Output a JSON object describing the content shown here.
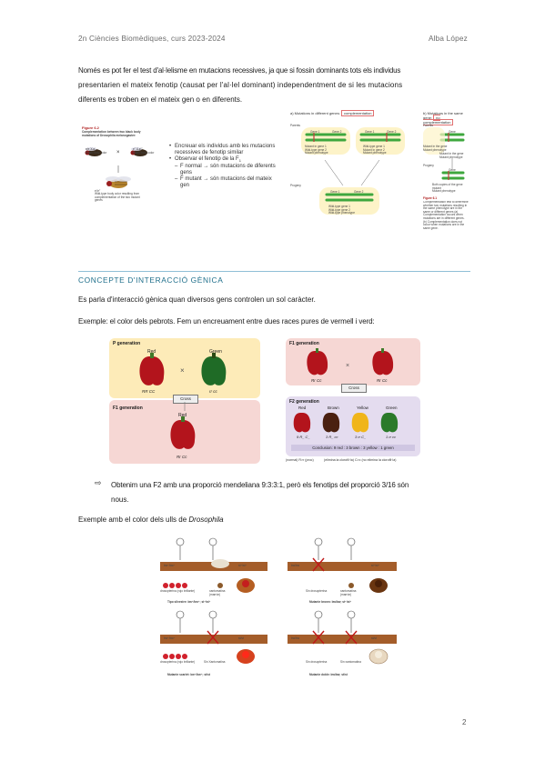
{
  "header": {
    "left": "2n Ciències Biomèdiques, curs 2023-2024",
    "right": "Alba López"
  },
  "intro": {
    "line1": "Només es pot fer el test d'al·lelisme en mutacions recessives, ja que si fossin dominants tots els individus",
    "line2": "presentarien el mateix fenotip (causat per l'al·lel dominant) independentment de si les mutacions",
    "line3": "diferents es troben en el mateix gen o en diferents."
  },
  "fig1": {
    "caption_title": "Figure 6.2",
    "caption_text": "Complementation between two black body mutations of Drosophila melanogaster:",
    "fly1": "e/e X e'",
    "fly1_label": "Black body color",
    "fly2": "e'' X e'''",
    "fly2_label": "Black body color",
    "offspring": "e'/e''",
    "offspring_label": "Wild-type body color resulting from complementation of the two mutant genes",
    "bullets": [
      "Encreuar els individus amb les mutacions recessives de fenotip similar",
      "Observar el fenotip de la F",
      "F normal → són mutacions de diferents gens",
      "F mutant → són mutacions del mateix gen"
    ],
    "f1_sub": "1"
  },
  "fig2": {
    "title_a": "a) Mutations in different genes:",
    "title_a_tag": "complementation",
    "title_b": "b) Mutations in the same gene:",
    "title_b_tag": "no complementation",
    "parents": "Parents",
    "progeny": "Progeny",
    "gene1": "Gene 1",
    "gene2": "Gene 2",
    "gene": "Gene",
    "p1_lines": [
      "Mutant in gene 1",
      "Wild-type gene 2",
      "Mutant phenotype"
    ],
    "p2_lines": [
      "Wild-type gene 1",
      "Mutant in gene 2",
      "Mutant phenotype"
    ],
    "prog_a_lines": [
      "Wild-type gene 1",
      "Wild-type gene 2",
      "Wild-type phenotype"
    ],
    "pb1_lines": [
      "Mutant in the gene",
      "Mutant phenotype"
    ],
    "pb2_lines": [
      "Mutant in the gene",
      "Mutant phenotype"
    ],
    "prog_b_lines": [
      "Both copies of the gene mutant",
      "Mutant phenotype"
    ],
    "caption_title": "Figure 6.1",
    "caption_text": "Complementation test to determine whether two mutations resulting in the same phenotype are in the same or different genes (a) Complementation occurs when mutations are in different genes. (b) Complementation does not occur when mutations are in the same gene."
  },
  "section": {
    "title": "CONCEPTE D'INTERACCIÓ GÈNICA",
    "def": "Es parla d'interacció gènica quan diversos gens controlen un sol caràcter.",
    "example1": "Exemple: el color dels pebrots. Fem un encreuament entre dues races pures de vermell i verd:"
  },
  "fig3": {
    "p_gen": "P generation",
    "red": "Red",
    "green": "Green",
    "rrcc_big": "RR CC",
    "rrcc_small": "rr cc",
    "cross": "Cross",
    "f1_gen": "F1 generation",
    "f1_red": "Red",
    "f1_geno": "Rr Cc",
    "f1_gen_right": "F1 generation",
    "f1r_a": "Rr Cc",
    "f1r_b": "Rr Cc",
    "cross2": "Cross",
    "f2_gen": "F2 generation",
    "f2_labels": [
      "Red",
      "Brown",
      "Yellow",
      "Green"
    ],
    "f2_genos": [
      "9 R_ C_",
      "3 R_ cc",
      "3 rr C_",
      "1 rr cc"
    ],
    "conclusion": "Conclusion: 9 red : 3 brown : 3 yellow : 1 green",
    "note_left": "(normal) R>r (proc)",
    "note_right": "(elimina la clorofil·la) C>c (no elimina la clorofil·la)"
  },
  "bullet2": {
    "line1": "Obtenim una F2 amb una proporció mendeliana 9:3:3:1, però els fenotips del proporció 3/16 són",
    "line2": "nous."
  },
  "example2": {
    "prefix": "Exemple amb el color dels ulls de ",
    "italic": "Drosophila"
  },
  "fig4": {
    "panels": [
      {
        "bw": "bw⁺/bw⁺",
        "st": "st⁺/st⁺",
        "p1": "drosopterina (rojo brillante)",
        "p2": "xantomatina (marrón)",
        "caption": "Tipo silvestre: bw⁺/bw⁺; st⁺/st⁺"
      },
      {
        "bw": "bw/bw",
        "st": "st⁺/st⁺",
        "p1": "Sin drosopterina",
        "p2": "xantomatina (marrón)",
        "caption": "Mutante brown: bw/bw; st⁺/st⁺"
      },
      {
        "bw": "bw⁺/bw⁺",
        "st": "st/st",
        "p1": "drosopterina (rojo brillante)",
        "p2": "Sin Xantomatina",
        "caption": "Mutante scarlet: bw⁺/bw⁺; st/st"
      },
      {
        "bw": "bw/bw",
        "st": "st/st",
        "p1": "Sin drosopterina",
        "p2": "Sin xantomatina",
        "caption": "Mutante doble: bw/bw; st/st"
      }
    ]
  },
  "footer": {
    "page": "2"
  },
  "colors": {
    "accent": "#1f6f8b",
    "rule": "#8fbfd6",
    "pepper_red": "#c1121f",
    "pepper_green": "#2f7a2a"
  }
}
